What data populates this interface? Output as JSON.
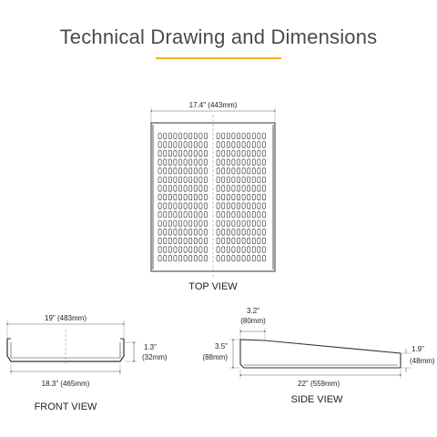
{
  "header": {
    "title": "Technical Drawing and Dimensions",
    "accent_color": "#f2b21e"
  },
  "top_view": {
    "label": "TOP VIEW",
    "width_dim": "17.4\" (443mm)"
  },
  "front_view": {
    "label": "FRONT VIEW",
    "outer_width": "19\" (483mm)",
    "inner_width": "18.3\" (465mm)",
    "height_in": "1.3\"",
    "height_mm": "(32mm)"
  },
  "side_view": {
    "label": "SIDE VIEW",
    "top_depth_in": "3.2\"",
    "top_depth_mm": "(80mm)",
    "rear_height_in": "3.5\"",
    "rear_height_mm": "(88mm)",
    "front_height_in": "1.9\"",
    "front_height_mm": "(48mm)",
    "depth": "22\" (559mm)"
  }
}
